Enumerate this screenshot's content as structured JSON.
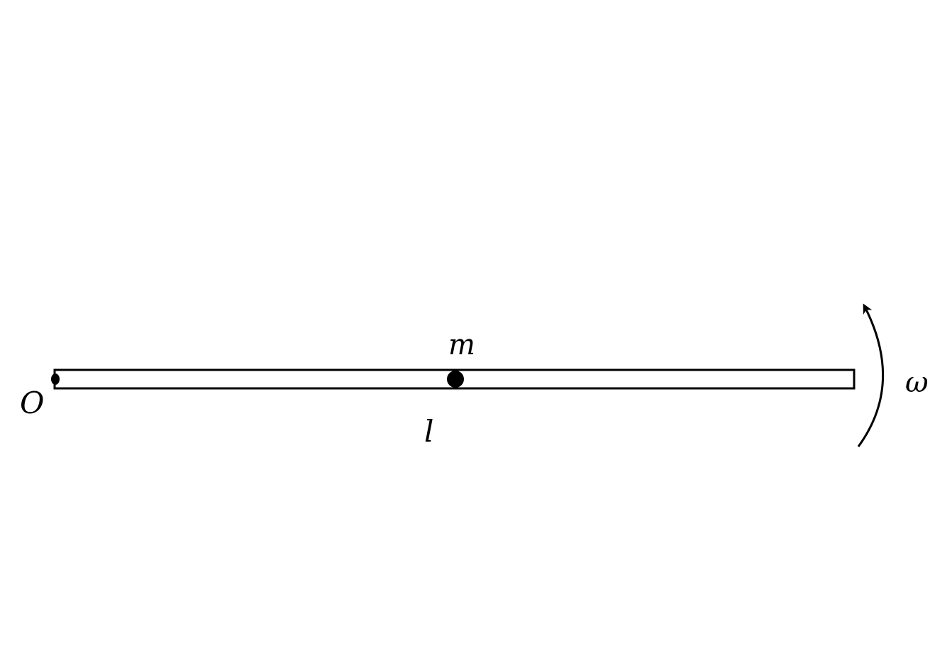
{
  "labels": {
    "pivot": "O",
    "mass": "m",
    "length": "l",
    "angular_velocity": "ω"
  },
  "colors": {
    "ink": "#000000",
    "background": "#ffffff"
  }
}
